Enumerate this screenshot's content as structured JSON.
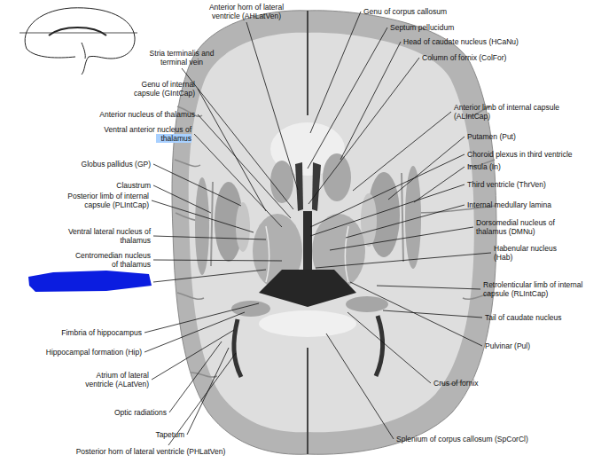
{
  "diagram": {
    "labels": [
      "Anterior horn of lateral ventricle (AHLatVen)",
      "Stria terminalis and terminal vein",
      "Genu of internal capsule (GIntCap)",
      "Anterior nucleus of thalamus",
      "Ventral anterior nucleus of thalamus",
      "Globus pallidus (GP)",
      "Claustrum",
      "Posterior limb of internal capsule (PLIntCap)",
      "Ventral lateral nucleus of thalamus",
      "Centromedian nucleus of thalamus",
      "Fimbria of hippocampus",
      "Hippocampal formation (Hip)",
      "Atrium of lateral ventricle (ALatVen)",
      "Optic radiations",
      "Tapetum",
      "Posterior horn of lateral ventricle (PHLatVen)",
      "Genu of corpus callosum",
      "Septum pellucidum",
      "Head of caudate nucleus (HCaNu)",
      "Column of fornix (ColFor)",
      "Anterior limb of internal capsule (ALIntCap)",
      "Putamen (Put)",
      "Choroid plexus in third ventricle",
      "Insula (In)",
      "Third ventricle (ThrVen)",
      "Internal medullary lamina",
      "Dorsomedial nucleus of thalamus (DMNu)",
      "Habenular nucleus (Hab)",
      "Retrolenticular limb of internal capsule (RLIntCap)",
      "Tail of caudate nucleus",
      "Pulvinar (Pul)",
      "Crus of fornix",
      "Splenium of corpus callosum (SpCorCl)"
    ]
  }
}
